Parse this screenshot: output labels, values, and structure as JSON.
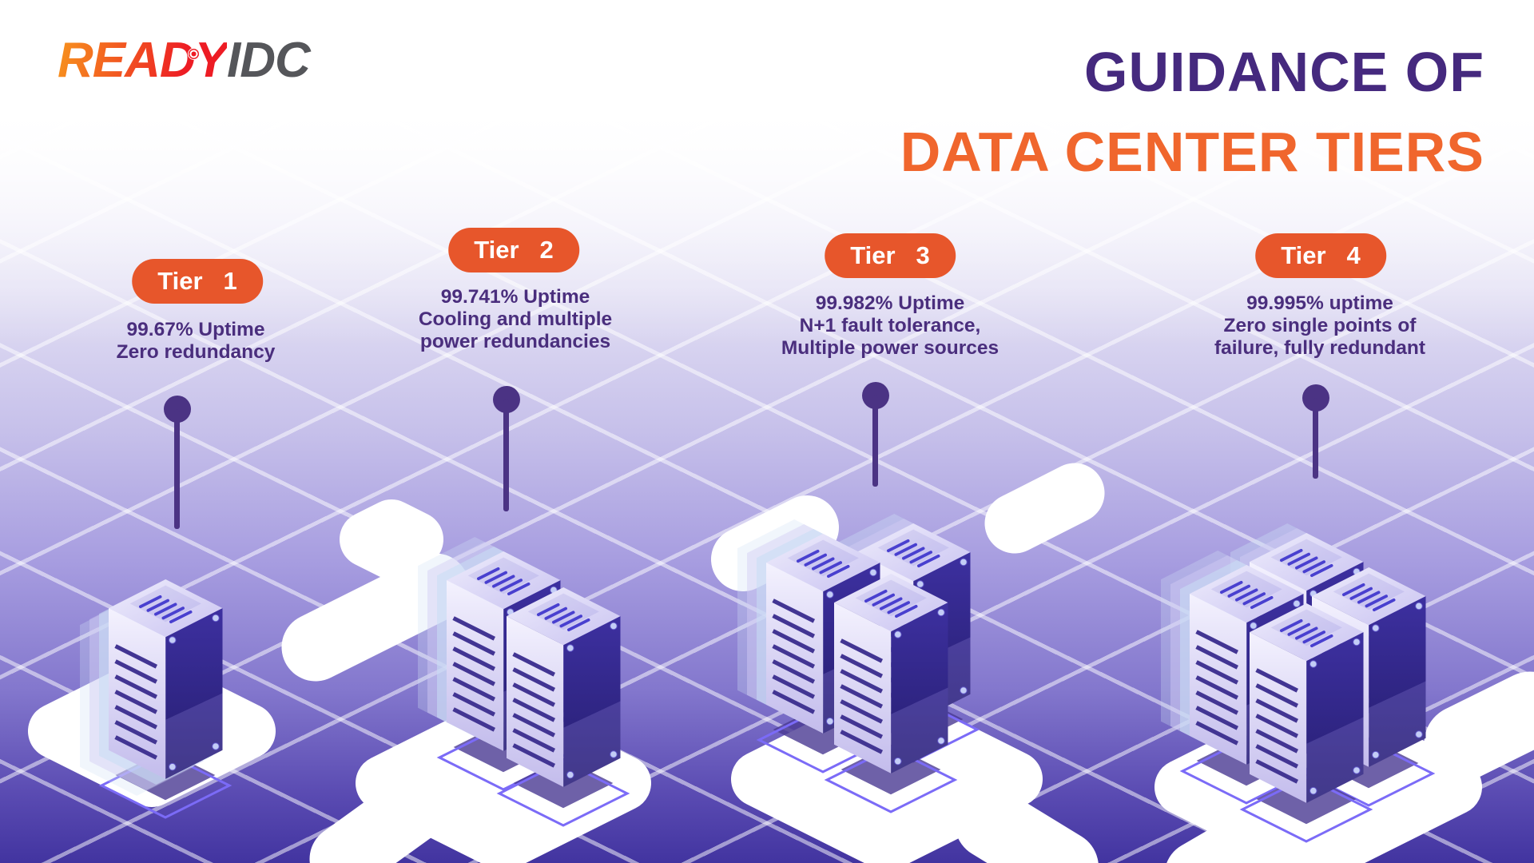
{
  "logo": {
    "brand_primary": "READY",
    "brand_secondary": "IDC"
  },
  "title": {
    "line1": "GUIDANCE OF",
    "line2": "DATA CENTER TIERS"
  },
  "tiers": [
    {
      "badge_label": "Tier",
      "badge_number": "1",
      "server_count": 1,
      "description_lines": [
        "99.67% Uptime",
        "Zero redundancy"
      ]
    },
    {
      "badge_label": "Tier",
      "badge_number": "2",
      "server_count": 2,
      "description_lines": [
        "99.741% Uptime",
        "Cooling and multiple",
        "power redundancies"
      ]
    },
    {
      "badge_label": "Tier",
      "badge_number": "3",
      "server_count": 3,
      "description_lines": [
        "99.982% Uptime",
        "N+1 fault tolerance,",
        "Multiple power sources"
      ]
    },
    {
      "badge_label": "Tier",
      "badge_number": "4",
      "server_count": 4,
      "description_lines": [
        "99.995% uptime",
        "Zero single points of",
        "failure, fully redundant"
      ]
    }
  ],
  "colors": {
    "badge_orange": "#E7562B",
    "title_purple": "#45297E",
    "title_orange": "#F0662D",
    "text_purple": "#4A2E7D",
    "pin_purple": "#4B3384",
    "background_bottom": "#4234A0"
  }
}
